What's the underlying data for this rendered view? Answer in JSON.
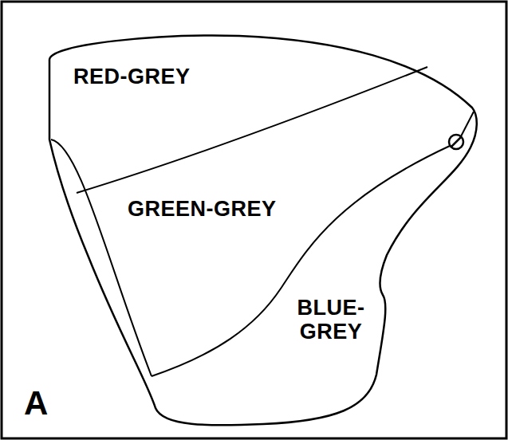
{
  "diagram": {
    "nodes": [
      {
        "text": [
          "RED-GREY"
        ]
      },
      {
        "text": [
          "GREEN-GREY"
        ]
      },
      {
        "text": [
          "BLUE- GREY"
        ]
      }
    ],
    "labels": [
      "A"
    ]
  }
}
